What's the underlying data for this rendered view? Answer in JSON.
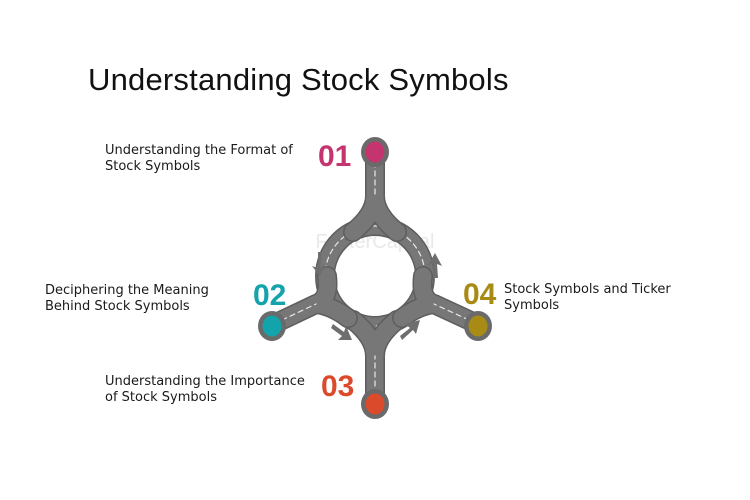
{
  "title": "Understanding Stock Symbols",
  "watermark": "FasterCapital",
  "steps": [
    {
      "number": "01",
      "text": "Understanding the Format of Stock Symbols",
      "line1": "Understanding the Format of",
      "line2": "Stock Symbols",
      "color": "#c4356f"
    },
    {
      "number": "02",
      "text": "Deciphering the Meaning Behind Stock Symbols",
      "line1": "Deciphering the Meaning",
      "line2": "Behind Stock Symbols",
      "color": "#12a3ab"
    },
    {
      "number": "03",
      "text": "Understanding the Importance of Stock Symbols",
      "line1": "Understanding the Importance",
      "line2": "of Stock Symbols",
      "color": "#db4a2b"
    },
    {
      "number": "04",
      "text": "Stock Symbols and Ticker Symbols",
      "line1": "Stock Symbols and Ticker",
      "line2": "Symbols",
      "color": "#a88b14"
    }
  ],
  "colors": {
    "road": "#747474",
    "road_edge": "#5e5e5e",
    "lane": "#e8e8e8",
    "arrow": "#6e6e6e"
  }
}
